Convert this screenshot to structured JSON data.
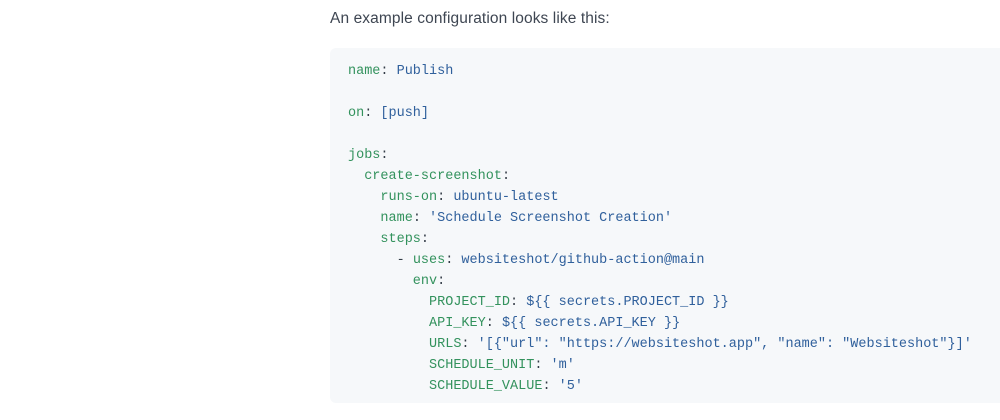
{
  "page": {
    "intro_text": "An example configuration looks like this:"
  },
  "code_block": {
    "language": "yaml",
    "background": "#f6f8fa",
    "colors": {
      "key": "#33925d",
      "punctuation": "#333c47",
      "value": "#30609c"
    },
    "lines": [
      [
        {
          "type": "key",
          "text": "name"
        },
        {
          "type": "punctuation",
          "text": ": "
        },
        {
          "type": "value",
          "text": "Publish"
        }
      ],
      [],
      [
        {
          "type": "key",
          "text": "on"
        },
        {
          "type": "punctuation",
          "text": ": "
        },
        {
          "type": "value",
          "text": "[push]"
        }
      ],
      [],
      [
        {
          "type": "key",
          "text": "jobs"
        },
        {
          "type": "punctuation",
          "text": ":"
        }
      ],
      [
        {
          "type": "key",
          "text": "  create-screenshot"
        },
        {
          "type": "punctuation",
          "text": ":"
        }
      ],
      [
        {
          "type": "key",
          "text": "    runs-on"
        },
        {
          "type": "punctuation",
          "text": ": "
        },
        {
          "type": "value",
          "text": "ubuntu-latest"
        }
      ],
      [
        {
          "type": "key",
          "text": "    name"
        },
        {
          "type": "punctuation",
          "text": ": "
        },
        {
          "type": "value",
          "text": "'Schedule Screenshot Creation'"
        }
      ],
      [
        {
          "type": "key",
          "text": "    steps"
        },
        {
          "type": "punctuation",
          "text": ":"
        }
      ],
      [
        {
          "type": "punctuation",
          "text": "      - "
        },
        {
          "type": "key",
          "text": "uses"
        },
        {
          "type": "punctuation",
          "text": ": "
        },
        {
          "type": "value",
          "text": "websiteshot/github-action@main"
        }
      ],
      [
        {
          "type": "key",
          "text": "        env"
        },
        {
          "type": "punctuation",
          "text": ":"
        }
      ],
      [
        {
          "type": "key",
          "text": "          PROJECT_ID"
        },
        {
          "type": "punctuation",
          "text": ": "
        },
        {
          "type": "value",
          "text": "${{ secrets.PROJECT_ID }}"
        }
      ],
      [
        {
          "type": "key",
          "text": "          API_KEY"
        },
        {
          "type": "punctuation",
          "text": ": "
        },
        {
          "type": "value",
          "text": "${{ secrets.API_KEY }}"
        }
      ],
      [
        {
          "type": "key",
          "text": "          URLS"
        },
        {
          "type": "punctuation",
          "text": ": "
        },
        {
          "type": "value",
          "text": "'[{\"url\": \"https://websiteshot.app\", \"name\": \"Websiteshot\"}]'"
        }
      ],
      [
        {
          "type": "key",
          "text": "          SCHEDULE_UNIT"
        },
        {
          "type": "punctuation",
          "text": ": "
        },
        {
          "type": "value",
          "text": "'m'"
        }
      ],
      [
        {
          "type": "key",
          "text": "          SCHEDULE_VALUE"
        },
        {
          "type": "punctuation",
          "text": ": "
        },
        {
          "type": "value",
          "text": "'5'"
        }
      ]
    ]
  }
}
